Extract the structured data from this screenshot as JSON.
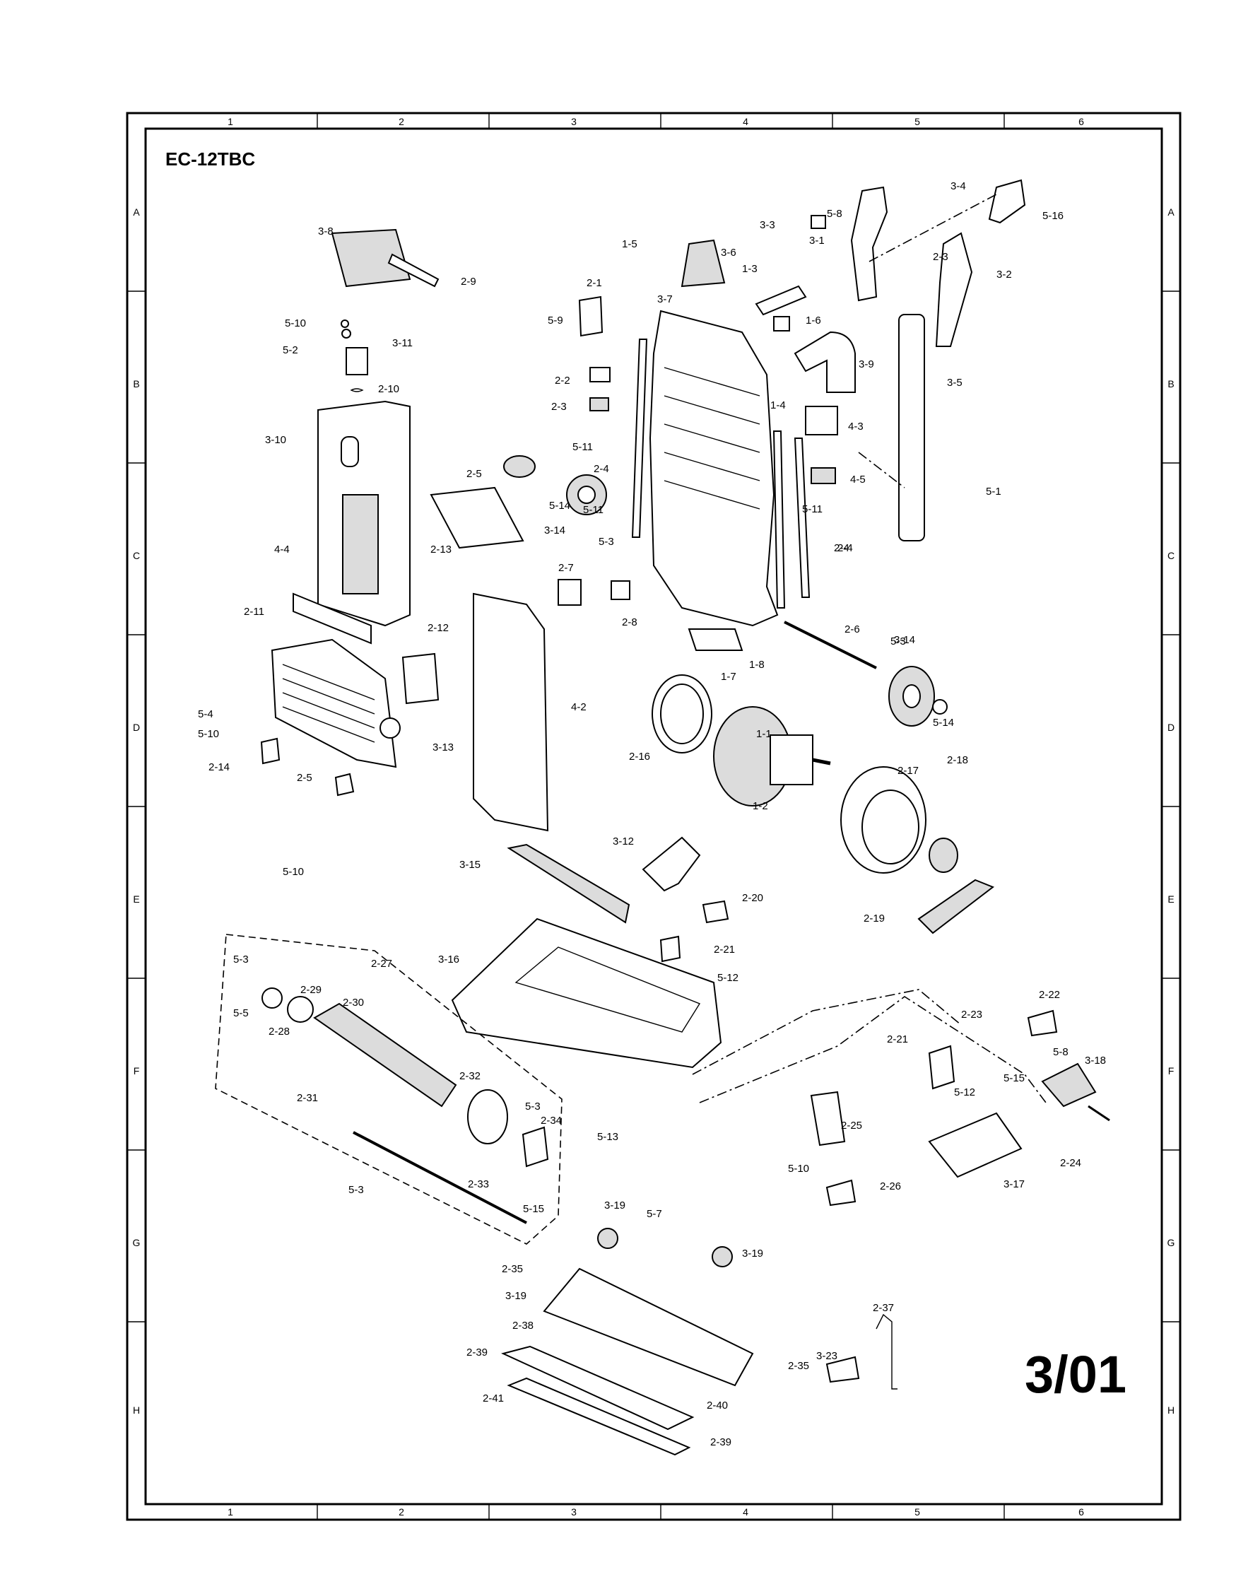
{
  "model": "EC-12TBC",
  "page_code": "3/01",
  "border_columns": [
    "1",
    "2",
    "3",
    "4",
    "5",
    "6"
  ],
  "border_rows": [
    "A",
    "B",
    "C",
    "D",
    "E",
    "F",
    "G",
    "H"
  ],
  "callouts": [
    "1-1",
    "1-2",
    "1-3",
    "1-4",
    "1-5",
    "1-6",
    "1-7",
    "1-8",
    "2-1",
    "2-2",
    "2-3",
    "2-3",
    "2-4",
    "2-4",
    "2-4",
    "2-5",
    "2-5",
    "2-6",
    "2-7",
    "2-8",
    "2-9",
    "2-10",
    "2-11",
    "2-12",
    "2-13",
    "2-14",
    "2-16",
    "2-17",
    "2-18",
    "2-19",
    "2-20",
    "2-21",
    "2-21",
    "2-22",
    "2-23",
    "2-24",
    "2-25",
    "2-26",
    "2-27",
    "2-28",
    "2-29",
    "2-30",
    "2-31",
    "2-32",
    "2-33",
    "2-34",
    "2-35",
    "2-35",
    "2-37",
    "2-38",
    "2-39",
    "2-39",
    "2-40",
    "2-41",
    "3-1",
    "3-2",
    "3-3",
    "3-4",
    "3-5",
    "3-6",
    "3-7",
    "3-8",
    "3-9",
    "3-10",
    "3-11",
    "3-12",
    "3-13",
    "3-14",
    "3-14",
    "3-15",
    "3-16",
    "3-17",
    "3-18",
    "3-19",
    "3-19",
    "3-19",
    "3-23",
    "4-2",
    "4-3",
    "4-4",
    "4-5",
    "5-1",
    "5-2",
    "5-3",
    "5-3",
    "5-3",
    "5-3",
    "5-3",
    "5-4",
    "5-5",
    "5-7",
    "5-8",
    "5-8",
    "5-9",
    "5-10",
    "5-10",
    "5-10",
    "5-10",
    "5-11",
    "5-11",
    "5-11",
    "5-12",
    "5-12",
    "5-13",
    "5-14",
    "5-14",
    "5-15",
    "5-15",
    "5-16"
  ]
}
